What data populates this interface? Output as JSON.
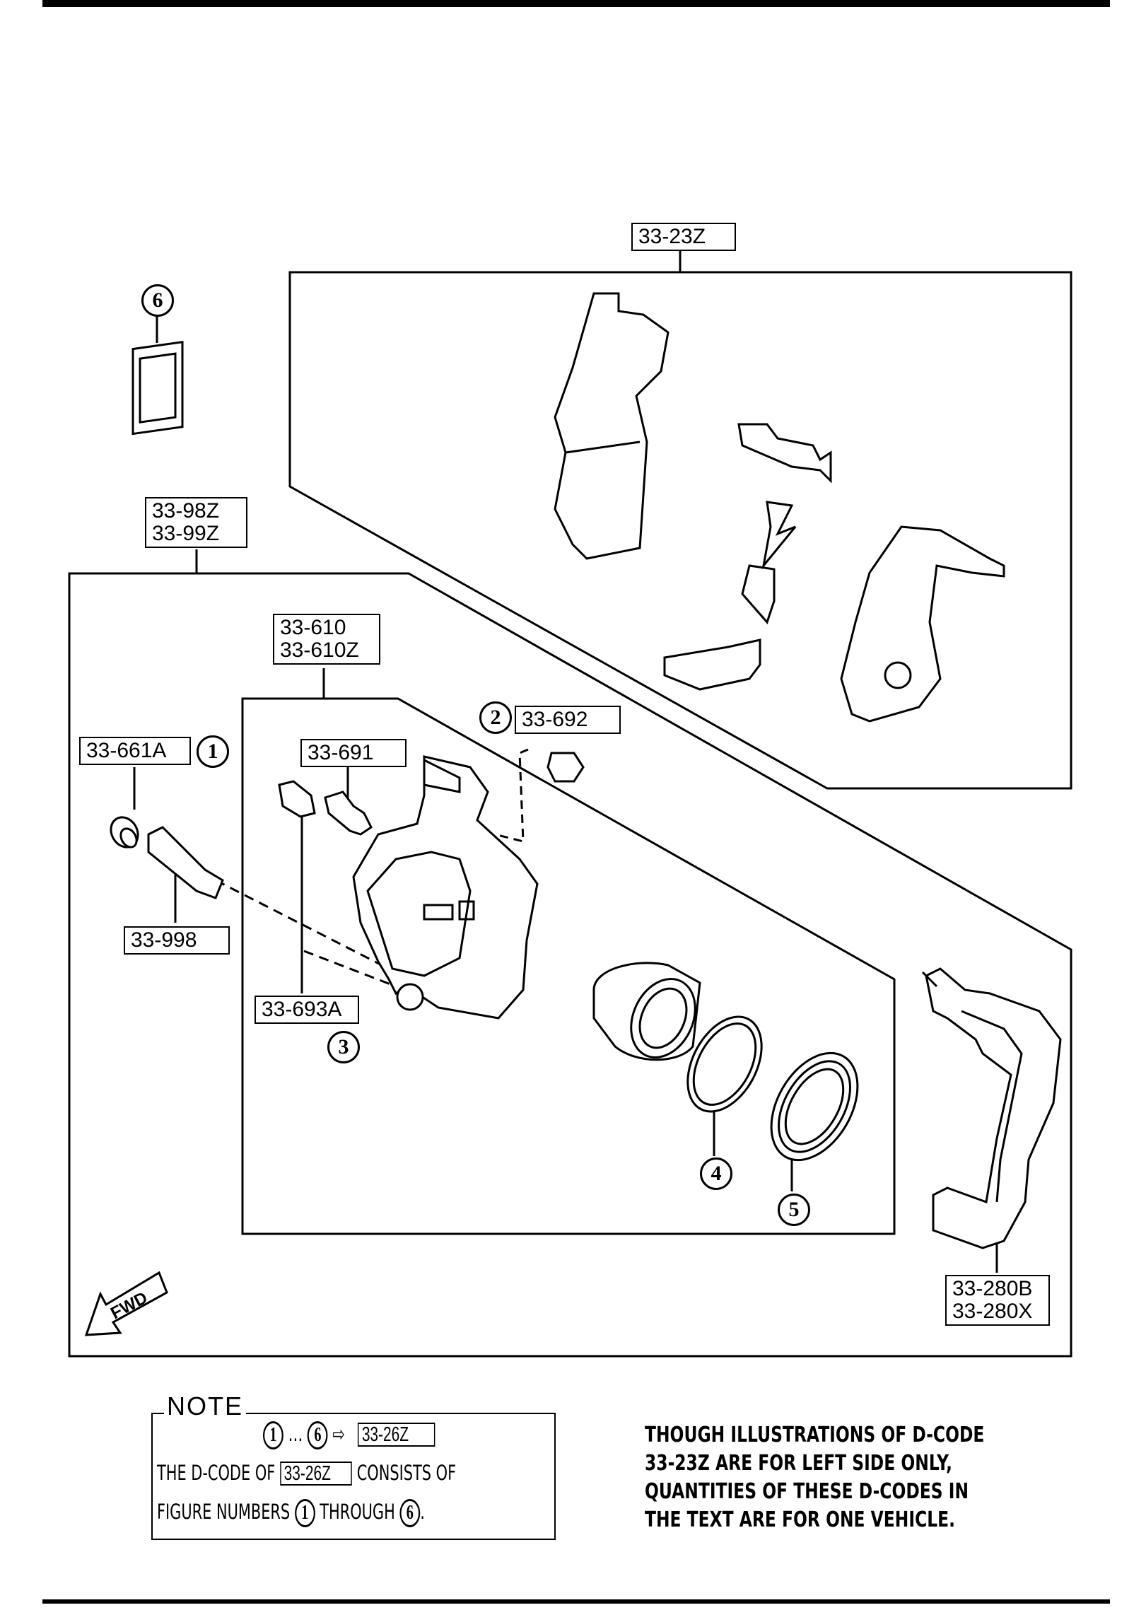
{
  "diagram": {
    "callouts": {
      "pad_kit": "33-23Z",
      "caliper_assembly": [
        "33-98Z",
        "33-99Z"
      ],
      "caliper_body": [
        "33-610",
        "33-610Z"
      ],
      "guide_pin_boot": "33-661A",
      "guide_pin": "33-998",
      "bleeder_screw": "33-691",
      "bleeder_cap": "33-692",
      "guide_bolt": "33-693A",
      "mounting_support": [
        "33-280B",
        "33-280X"
      ]
    },
    "figure_numbers": [
      "1",
      "2",
      "3",
      "4",
      "5",
      "6"
    ],
    "fwd_label": "FWD"
  },
  "note": {
    "title": "NOTE",
    "range_start": "1",
    "range_sep": "…",
    "range_end": "6",
    "arrow": "⇨",
    "kit_code": "33-26Z",
    "line1_prefix": "THE D-CODE OF",
    "line1_suffix": "CONSISTS OF",
    "line2_prefix": "FIGURE NUMBERS",
    "line2_mid": "THROUGH",
    "line2_end": "."
  },
  "side_note": {
    "lines": [
      "THOUGH ILLUSTRATIONS OF D-CODE",
      "33-23Z ARE FOR LEFT SIDE ONLY,",
      "QUANTITIES OF THESE D-CODES IN",
      "THE TEXT ARE FOR ONE VEHICLE."
    ]
  }
}
